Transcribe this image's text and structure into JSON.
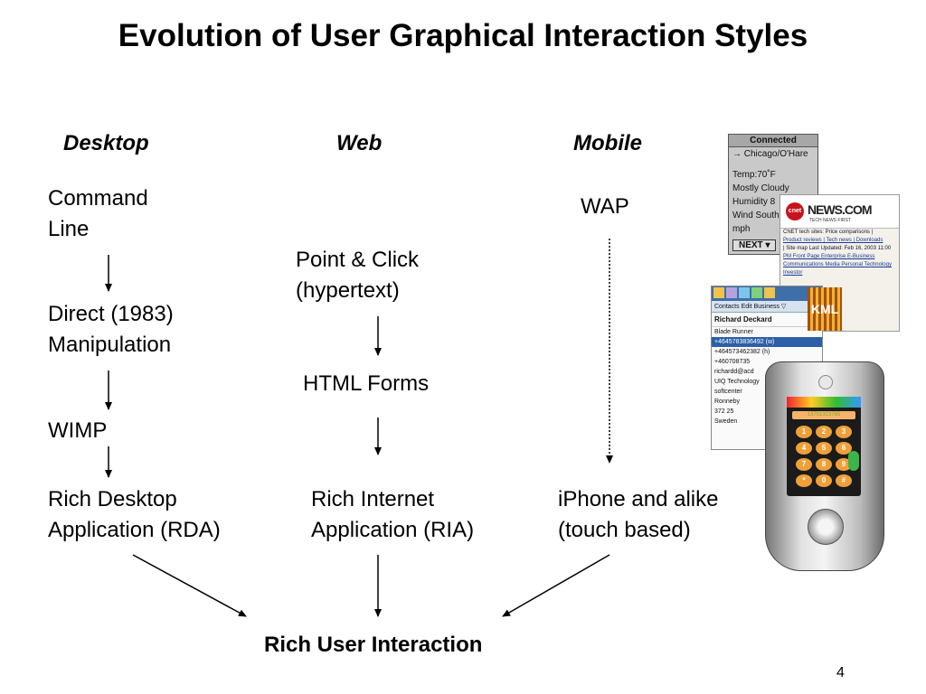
{
  "title": "Evolution of User Graphical Interaction Styles",
  "columns": {
    "desktop": "Desktop",
    "web": "Web",
    "mobile": "Mobile"
  },
  "desktop": {
    "command_line_1": "Command",
    "command_line_2": "Line",
    "direct_1": "Direct (1983)",
    "direct_2": "Manipulation",
    "wimp": "WIMP",
    "rda_1": "Rich Desktop",
    "rda_2": "Application (RDA)"
  },
  "web": {
    "point_1": "Point & Click",
    "point_2": "(hypertext)",
    "forms": "HTML Forms",
    "ria_1": "Rich Internet",
    "ria_2": "Application (RIA)"
  },
  "mobile": {
    "wap": "WAP",
    "iphone_1": "iPhone and alike",
    "iphone_2": "(touch based)"
  },
  "result": "Rich User Interaction",
  "slide_number": "4",
  "screens": {
    "weather": {
      "header": "Connected",
      "lines": [
        "→ Chicago/O'Hare",
        "",
        "Temp:70˚F",
        "Mostly Cloudy",
        "Humidity 8",
        "Wind South",
        "mph"
      ],
      "next": "NEXT ▾"
    },
    "news": {
      "logo_badge": "cnet",
      "logo_text": "NEWS.COM",
      "tagline": "TECH NEWS FIRST",
      "rows": [
        "CNET tech sites: Price comparisons |",
        "Product reviews | Tech news | Downloads",
        "| Site map Last Updated: Feb 16, 2003 11:00",
        "PM Front Page Enterprise E-Business",
        "Communications Media Personal Technology",
        "Investor"
      ]
    },
    "contacts": {
      "menu": "Contacts   Edit   Business ▽",
      "name": "Richard Deckard",
      "rows": [
        "Blade Runner",
        "+4645783836492 (w)",
        "+464573462382 (h)",
        "+460708735",
        "richardd@acd",
        "UIQ Technology",
        "softcenter",
        "Ronneby",
        "372 25",
        "Sweden"
      ]
    },
    "kml": "KML",
    "phone": {
      "number": "13701323785",
      "keys": [
        "1",
        "2",
        "3",
        "4",
        "5",
        "6",
        "7",
        "8",
        "9",
        "*",
        "0",
        "#"
      ]
    }
  },
  "colors": {
    "text": "#000000",
    "arrow": "#000000",
    "background": "#ffffff"
  }
}
